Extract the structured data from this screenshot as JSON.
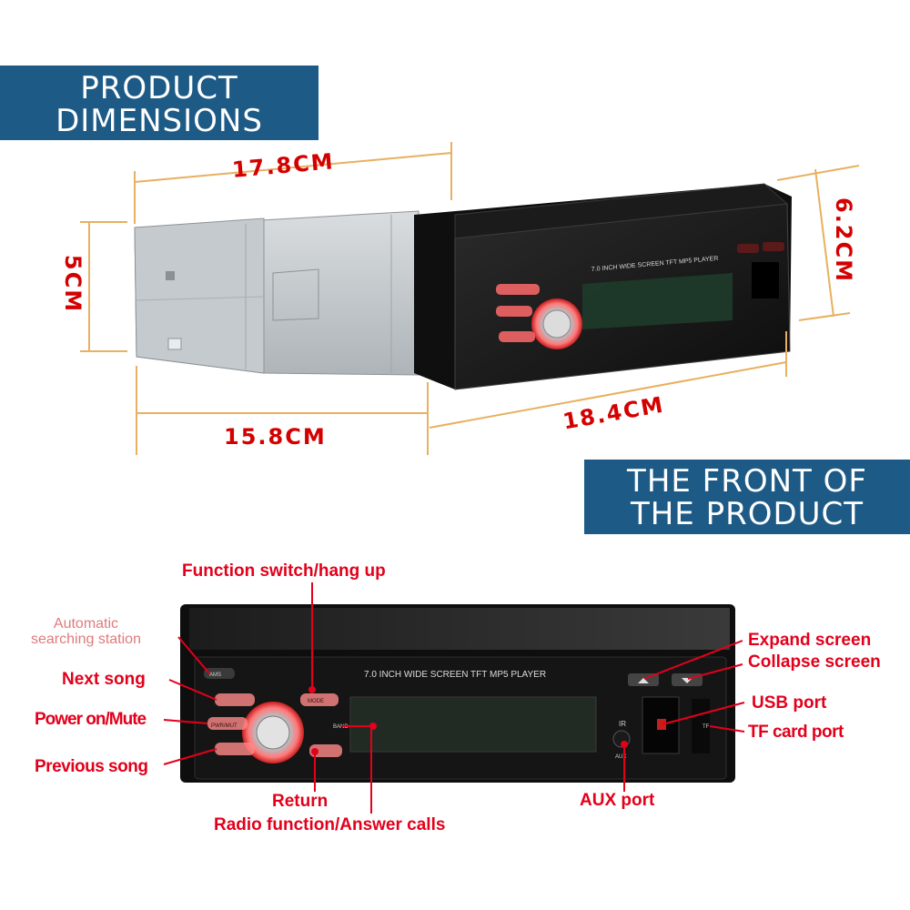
{
  "banners": {
    "dimensions": [
      "PRODUCT",
      "DIMENSIONS"
    ],
    "front": [
      "THE FRONT OF",
      "THE PRODUCT"
    ]
  },
  "dimensions": {
    "top_length": "17.8CM",
    "height": "5CM",
    "bottom_length": "15.8CM",
    "front_width": "18.4CM",
    "front_height": "6.2CM"
  },
  "device": {
    "face_title": "7.0 INCH WIDE SCREEN TFT  MP5  PLAYER",
    "button_ams": "AMS",
    "button_mode": "MODE",
    "button_pwr": "PWR/MUT",
    "button_band": "BAND",
    "button_aux": "AUX",
    "ir": "IR",
    "tf": "TF"
  },
  "callouts": {
    "function_switch": "Function switch/hang up",
    "auto_search": [
      "Automatic",
      "searching station"
    ],
    "next_song": "Next song",
    "power_mute": "Power on/Mute",
    "previous_song": "Previous song",
    "return": "Return",
    "radio_answer": "Radio function/Answer calls",
    "expand": "Expand screen",
    "collapse": "Collapse screen",
    "usb": "USB port",
    "tf_card": "TF card port",
    "aux": "AUX port"
  },
  "colors": {
    "banner": "#1d5a86",
    "dimension_line": "#e8b060",
    "callout_text": "#e3001b",
    "button_glow": "#ff6a6a"
  }
}
